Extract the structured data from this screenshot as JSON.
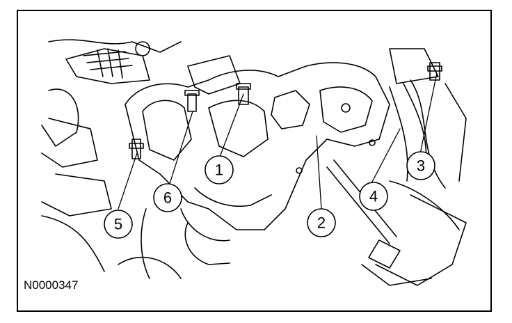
{
  "figure": {
    "id": "N0000347"
  },
  "callouts": [
    "1",
    "2",
    "3",
    "4",
    "5",
    "6"
  ],
  "colors": {
    "line": "#000000",
    "background": "#ffffff"
  }
}
